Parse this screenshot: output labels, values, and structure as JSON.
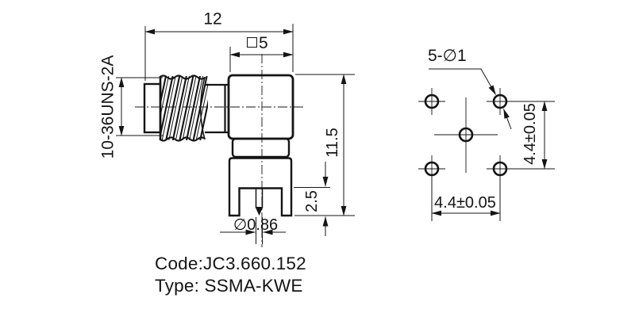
{
  "side_view": {
    "dim_overall_length": "12",
    "dim_body_square": "5",
    "dim_overall_height": "11.5",
    "dim_leg_length": "2.5",
    "dim_pin_diameter": "∅0.86",
    "thread_spec": "10-36UNS-2A"
  },
  "footprint_view": {
    "holes_label": "5-∅1",
    "dim_vertical_pitch": "4.4±0.05",
    "dim_horizontal_pitch": "4.4±0.05"
  },
  "title_block": {
    "code": "Code:JC3.660.152",
    "type": "Type: SSMA-KWE"
  },
  "colors": {
    "line": "#141414",
    "background": "#ffffff"
  }
}
